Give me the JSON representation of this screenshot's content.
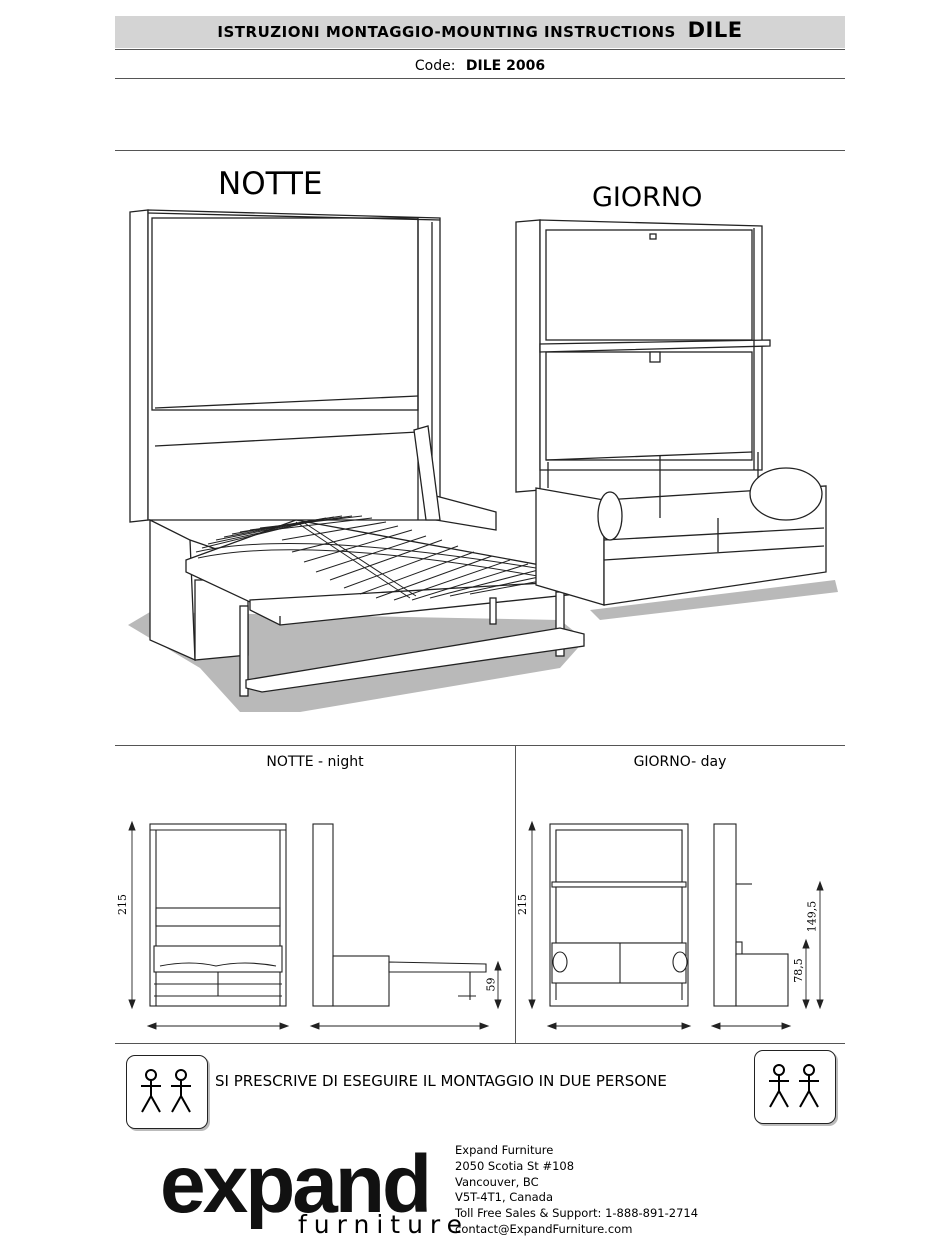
{
  "header": {
    "title": "ISTRUZIONI MONTAGGIO-MOUNTING INSTRUCTIONS",
    "model": "DILE",
    "code_label": "Code:",
    "code_value": "DILE 2006"
  },
  "illustration": {
    "night_label": "NOTTE",
    "day_label": "GIORNO"
  },
  "views": {
    "night_title": "NOTTE -  night",
    "day_title": "GIORNO- day",
    "night_height": "215",
    "night_bed_height": "59",
    "day_height": "215",
    "day_shelf_height": "149,5",
    "day_seat_height": "78,5"
  },
  "notice": {
    "text": "SI PRESCRIVE DI ESEGUIRE IL MONTAGGIO IN DUE PERSONE"
  },
  "company": {
    "logo_main": "expand",
    "logo_sub": "furniture",
    "lines": [
      "Expand Furniture",
      "2050 Scotia St #108",
      "Vancouver, BC",
      "V5T-4T1, Canada",
      "Toll Free Sales & Support: 1-888-891-2714",
      "contact@ExpandFurniture.com"
    ]
  },
  "icons": {
    "left_people": "two-people-icon",
    "right_people": "two-people-icon"
  }
}
